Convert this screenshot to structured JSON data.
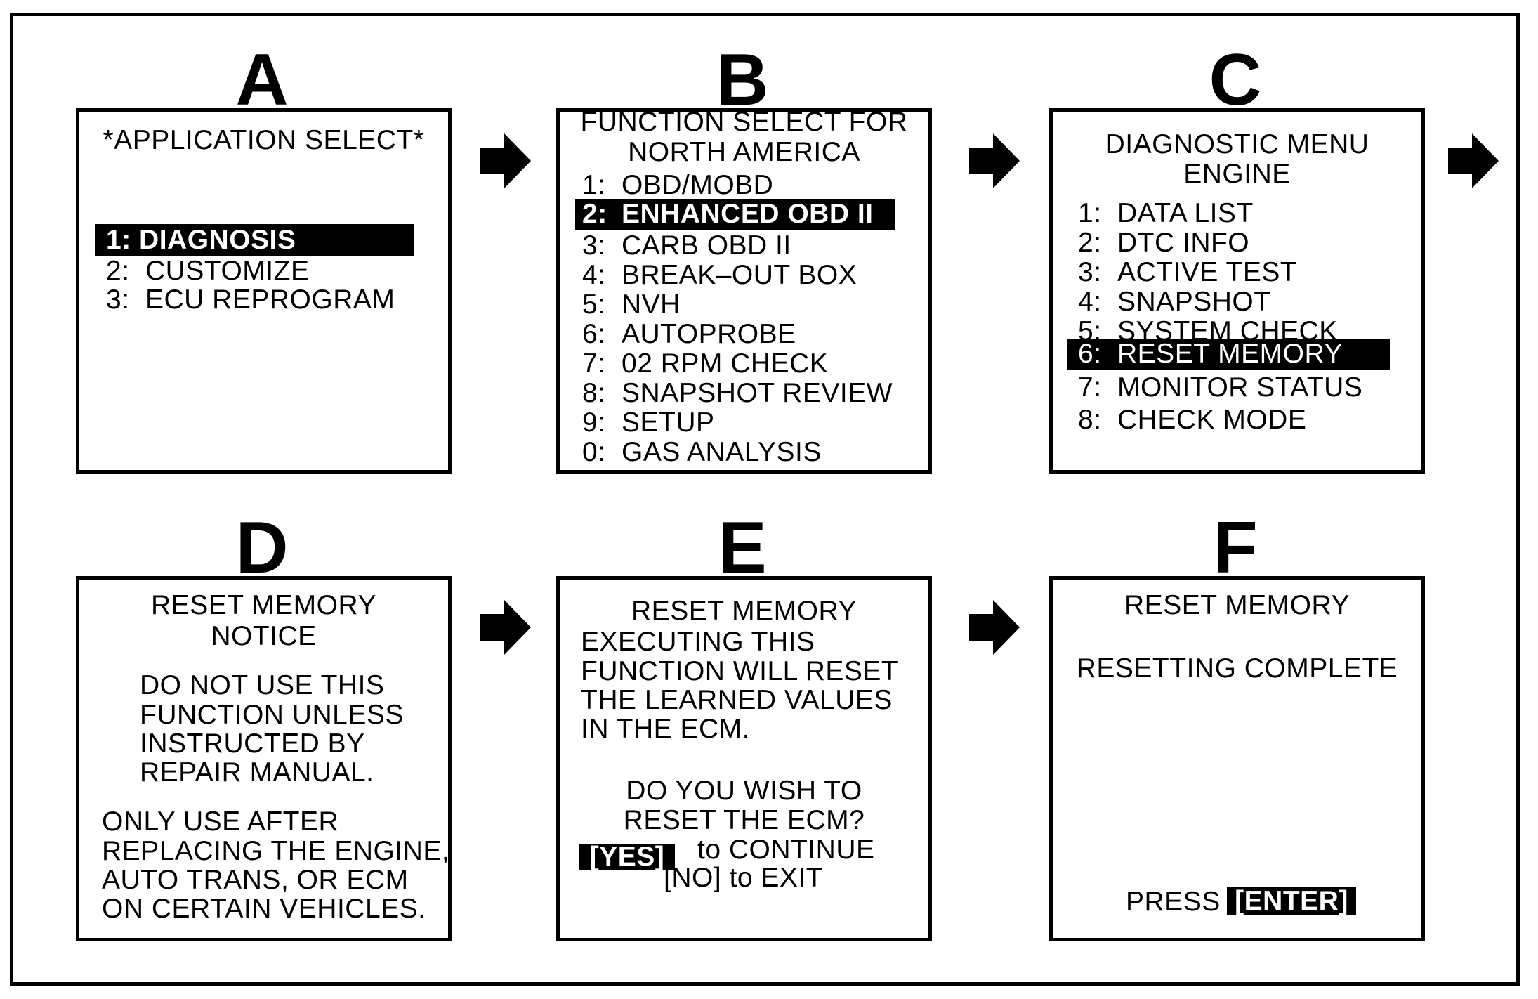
{
  "panels": {
    "a": {
      "letter": "A",
      "title": "*APPLICATION SELECT*",
      "items": [
        {
          "num": "1:",
          "label": "DIAGNOSIS"
        },
        {
          "num": "2:",
          "label": "CUSTOMIZE"
        },
        {
          "num": "3:",
          "label": "ECU REPROGRAM"
        }
      ]
    },
    "b": {
      "letter": "B",
      "title_line1": "FUNCTION SELECT FOR",
      "title_line2": "NORTH AMERICA",
      "items": [
        {
          "num": "1:",
          "label": "OBD/MOBD"
        },
        {
          "num": "2:",
          "label": "ENHANCED OBD II"
        },
        {
          "num": "3:",
          "label": "CARB OBD II"
        },
        {
          "num": "4:",
          "label": "BREAK–OUT BOX"
        },
        {
          "num": "5:",
          "label": "NVH"
        },
        {
          "num": "6:",
          "label": "AUTOPROBE"
        },
        {
          "num": "7:",
          "label": "02 RPM CHECK"
        },
        {
          "num": "8:",
          "label": "SNAPSHOT REVIEW"
        },
        {
          "num": "9:",
          "label": "SETUP"
        },
        {
          "num": "0:",
          "label": "GAS ANALYSIS"
        }
      ]
    },
    "c": {
      "letter": "C",
      "title_line1": "DIAGNOSTIC MENU",
      "title_line2": "ENGINE",
      "items": [
        {
          "num": "1:",
          "label": "DATA LIST"
        },
        {
          "num": "2:",
          "label": "DTC INFO"
        },
        {
          "num": "3:",
          "label": "ACTIVE TEST"
        },
        {
          "num": "4:",
          "label": "SNAPSHOT"
        },
        {
          "num": "5:",
          "label": "SYSTEM CHECK"
        },
        {
          "num": "6:",
          "label": "RESET MEMORY"
        },
        {
          "num": "7:",
          "label": "MONITOR STATUS"
        },
        {
          "num": "8:",
          "label": "CHECK MODE"
        }
      ]
    },
    "d": {
      "letter": "D",
      "title_line1": "RESET MEMORY",
      "title_line2": "NOTICE",
      "warning": [
        "DO NOT USE THIS",
        "FUNCTION UNLESS",
        "INSTRUCTED BY",
        "REPAIR MANUAL."
      ],
      "note": [
        "ONLY USE AFTER",
        "REPLACING THE ENGINE,",
        "AUTO TRANS, OR ECM",
        "ON CERTAIN VEHICLES."
      ]
    },
    "e": {
      "letter": "E",
      "title": "RESET MEMORY",
      "body": [
        "EXECUTING THIS",
        "FUNCTION WILL RESET",
        "THE LEARNED VALUES",
        "IN THE ECM."
      ],
      "question_line1": "DO YOU WISH TO",
      "question_line2": "RESET THE ECM?",
      "yes_key": "[YES]",
      "yes_text": "to CONTINUE",
      "no_text": "[NO] to EXIT"
    },
    "f": {
      "letter": "F",
      "title": "RESET MEMORY",
      "status": "RESETTING COMPLETE",
      "press_label": "PRESS",
      "enter_key": "[ENTER]"
    }
  }
}
